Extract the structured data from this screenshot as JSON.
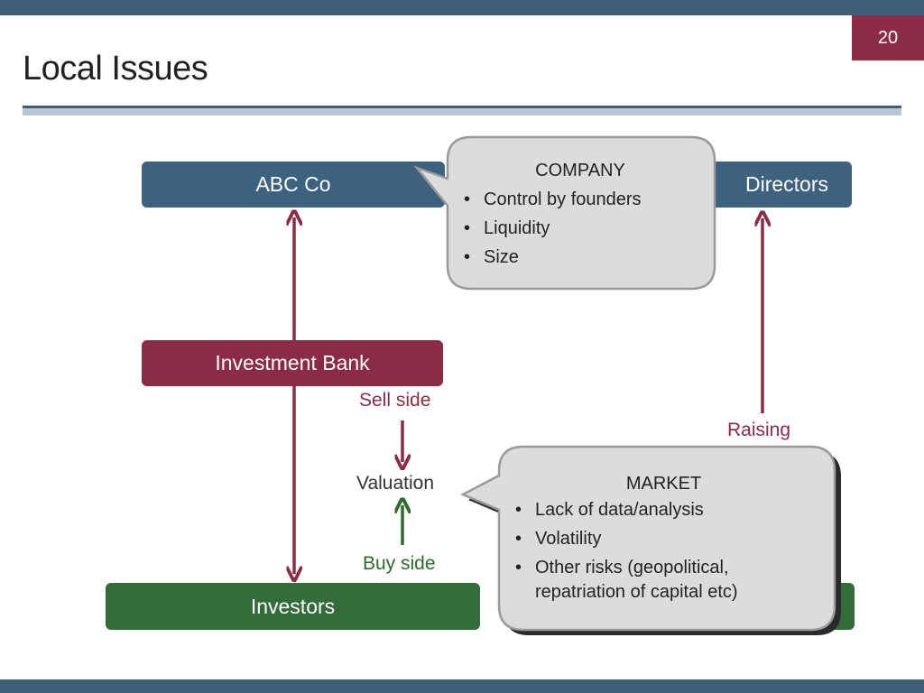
{
  "slide": {
    "title": "Local Issues",
    "page_number": "20"
  },
  "nodes": {
    "company": "ABC Co",
    "directors": "Directors",
    "investment_bank": "Investment Bank",
    "investors": "Investors"
  },
  "labels": {
    "sell_side": "Sell side",
    "valuation": "Valuation",
    "buy_side": "Buy side",
    "raising": "Raising"
  },
  "callouts": {
    "company": {
      "heading": "COMPANY",
      "items": [
        "Control by founders",
        "Liquidity",
        "Size"
      ]
    },
    "market": {
      "heading": "MARKET",
      "items": [
        "Lack of data/analysis",
        "Volatility",
        "Other risks (geopolitical, repatriation of capital etc)"
      ]
    }
  },
  "bullet_glyph": "•",
  "colors": {
    "navy": "#3e5d78",
    "maroon": "#8c2b45",
    "green": "#336b3a",
    "callout_fill": "#dcdcdc",
    "callout_border": "#9a9a9a"
  }
}
